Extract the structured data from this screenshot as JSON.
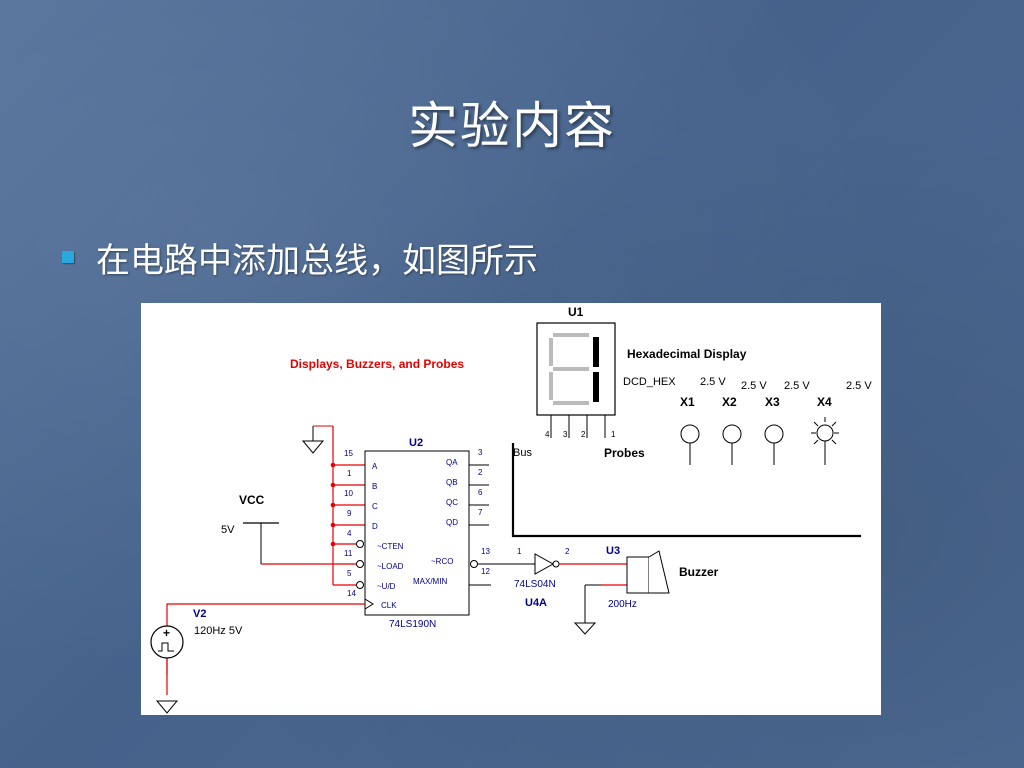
{
  "slide": {
    "title": "实验内容",
    "bullet": "在电路中添加总线，如图所示"
  },
  "colors": {
    "bullet": "#29a8e0",
    "wire_red": "#e60000",
    "label_blue": "#00008b"
  },
  "diagram": {
    "section_title": "Displays, Buzzers, and Probes",
    "display": {
      "ref": "U1",
      "label": "Hexadecimal Display",
      "model": "DCD_HEX",
      "pins": [
        "4",
        "3",
        "2",
        "1"
      ]
    },
    "probes": {
      "label": "Probes",
      "items": [
        {
          "name": "X1",
          "voltage": "2.5 V"
        },
        {
          "name": "X2",
          "voltage": "2.5 V"
        },
        {
          "name": "X3",
          "voltage": "2.5 V"
        },
        {
          "name": "X4",
          "voltage": "2.5 V"
        }
      ]
    },
    "bus_label": "Bus",
    "counter": {
      "ref": "U2",
      "model": "74LS190N",
      "left_pins": [
        {
          "num": "15",
          "name": "A"
        },
        {
          "num": "1",
          "name": "B"
        },
        {
          "num": "10",
          "name": "C"
        },
        {
          "num": "9",
          "name": "D"
        },
        {
          "num": "4",
          "name": "~CTEN"
        },
        {
          "num": "11",
          "name": "~LOAD"
        },
        {
          "num": "5",
          "name": "~U/D"
        },
        {
          "num": "14",
          "name": "CLK"
        }
      ],
      "right_pins": [
        {
          "num": "3",
          "name": "QA"
        },
        {
          "num": "2",
          "name": "QB"
        },
        {
          "num": "6",
          "name": "QC"
        },
        {
          "num": "7",
          "name": "QD"
        },
        {
          "num": "13",
          "name": "~RCO"
        },
        {
          "num": "12",
          "name": "MAX/MIN"
        }
      ]
    },
    "vcc": {
      "label": "VCC",
      "value": "5V"
    },
    "clock_source": {
      "ref": "V2",
      "value": "120Hz  5V"
    },
    "inverter": {
      "model": "74LS04N",
      "ref": "U4A",
      "pin_in": "1",
      "pin_out": "2"
    },
    "buzzer": {
      "ref": "U3",
      "label": "Buzzer",
      "freq": "200Hz"
    }
  }
}
